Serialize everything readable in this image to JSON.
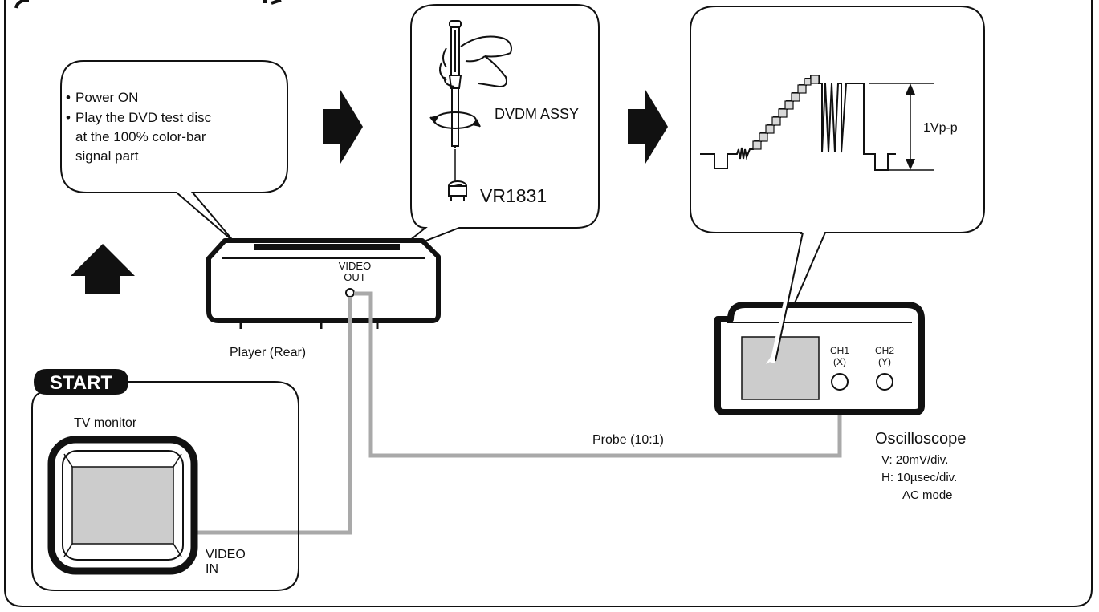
{
  "colors": {
    "ink": "#111111",
    "cable": "#a9a9a9",
    "screen": "#cccccc",
    "step_fill": "#d8d8d8"
  },
  "steps": {
    "power_on": "Power ON",
    "play_line1": "Play the DVD test disc",
    "play_line2": "at the 100% color-bar",
    "play_line3": "signal part",
    "bullet": "•"
  },
  "adjust": {
    "board": "DVDM ASSY",
    "control": "VR1831"
  },
  "waveform": {
    "amplitude": "1Vp-p"
  },
  "player": {
    "jack_label_line1": "VIDEO",
    "jack_label_line2": "OUT",
    "caption": "Player (Rear)"
  },
  "start": {
    "badge": "START",
    "tv_label": "TV monitor",
    "input_line1": "VIDEO",
    "input_line2": "IN"
  },
  "cable": {
    "probe_label": "Probe (10:1)"
  },
  "oscilloscope": {
    "ch1_line1": "CH1",
    "ch1_line2": "(X)",
    "ch2_line1": "CH2",
    "ch2_line2": "(Y)",
    "title": "Oscilloscope",
    "settings_v": "V: 20mV/div.",
    "settings_h": "H: 10µsec/div.",
    "settings_mode": "AC mode"
  },
  "icons": {
    "flow_arrows": [
      "right-arrow-icon",
      "right-arrow-icon",
      "up-arrow-icon"
    ],
    "rotate": "rotate-icon",
    "screwdriver": "screwdriver-hand-icon",
    "variable_resistor": "trimmer-resistor-icon"
  }
}
